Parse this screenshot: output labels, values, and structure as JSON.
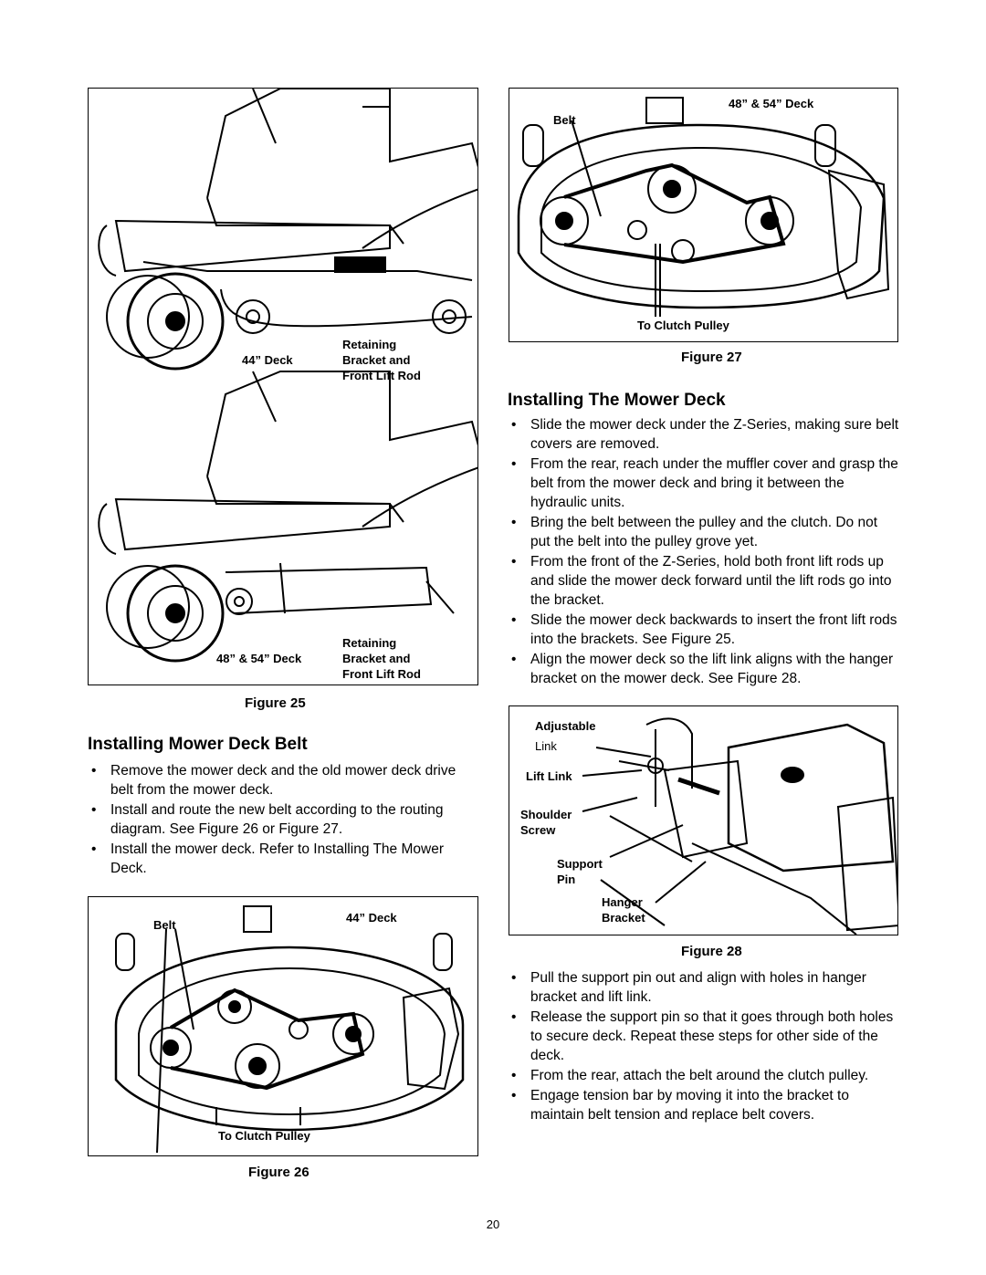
{
  "figure25": {
    "top_label_a": "44” Deck",
    "top_label_b": [
      "Retaining",
      "Bracket and",
      "Front Lift Rod"
    ],
    "bottom_label_a": "48” & 54” Deck",
    "bottom_label_b": [
      "Retaining",
      "Bracket and",
      "Front Lift Rod"
    ],
    "caption": "Figure 25"
  },
  "figure26": {
    "belt_label": "Belt",
    "deck_label": "44” Deck",
    "clutch_label": "To Clutch Pulley",
    "caption": "Figure 26"
  },
  "figure27": {
    "belt_label": "Belt",
    "deck_label": "48” &  54” Deck",
    "clutch_label": "To Clutch Pulley",
    "caption": "Figure 27"
  },
  "figure28": {
    "labels": [
      "Adjustable",
      "Link",
      "Lift Link",
      "Shoulder",
      "Screw",
      "Support",
      "Pin",
      "Hanger",
      "Bracket"
    ],
    "caption": "Figure 28"
  },
  "section_belt": {
    "heading": "Installing Mower Deck Belt",
    "bullets": [
      "Remove the mower deck and the old mower deck drive belt from the mower deck.",
      "Install and route the new belt according to the routing diagram. See Figure 26 or Figure 27.",
      "Install the mower deck. Refer to Installing The Mower Deck."
    ]
  },
  "section_deck": {
    "heading": "Installing The Mower Deck",
    "bullets": [
      "Slide the mower deck under the Z-Series, making sure belt covers are removed.",
      "From the rear, reach under the muffler cover and grasp the belt from the mower deck and bring it between the hydraulic units.",
      "Bring the belt between the pulley and the clutch. Do not put the belt into the pulley grove yet.",
      "From the front of the Z-Series, hold both front lift rods up and slide the mower deck forward until the lift rods go into the bracket.",
      "Slide the mower deck backwards to insert the front lift rods into the brackets. See Figure 25.",
      "Align the mower deck so the lift link aligns with the hanger bracket on the mower deck. See Figure 28."
    ]
  },
  "section_after": {
    "bullets": [
      "Pull the support pin out and align with holes in hanger bracket and lift link.",
      "Release the support pin so that it goes through both holes to secure deck. Repeat these steps for other side of the deck.",
      "From the rear, attach the belt around the clutch pulley.",
      "Engage tension bar by moving it into the bracket to maintain belt tension and replace belt covers."
    ]
  },
  "page_number": "20"
}
